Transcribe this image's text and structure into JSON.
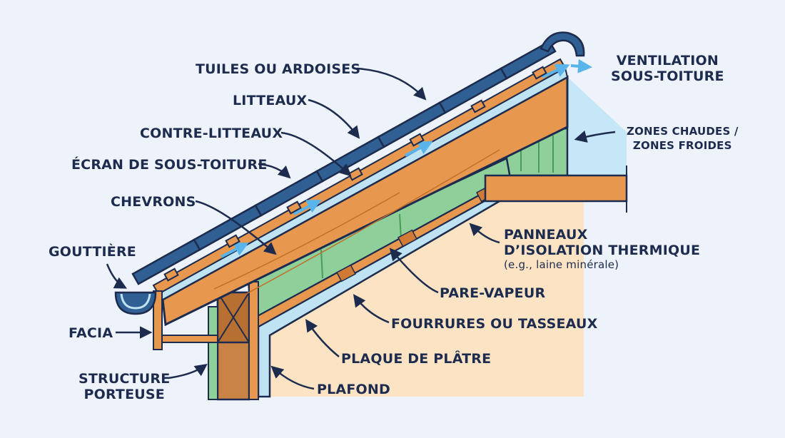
{
  "labels": {
    "tuiles": "TUILES OU ARDOISES",
    "litteaux": "LITTEAUX",
    "contre_litteaux": "CONTRE-LITTEAUX",
    "ecran": "ÉCRAN DE SOUS-TOITURE",
    "chevrons": "CHEVRONS",
    "gouttiere": "GOUTTIÈRE",
    "facia": "FACIA",
    "structure_line1": "STRUCTURE",
    "structure_line2": "PORTEUSE",
    "ventilation_line1": "VENTILATION",
    "ventilation_line2": "SOUS-TOITURE",
    "zones_line1": "ZONES CHAUDES /",
    "zones_line2": "ZONES FROIDES",
    "panneaux_line1": "PANNEAUX",
    "panneaux_line2": "D’ISOLATION THERMIQUE",
    "panneaux_note": "(e.g., laine minérale)",
    "pare_vapeur": "PARE-VAPEUR",
    "fourrures": "FOURRURES OU TASSEAUX",
    "plaque": "PLAQUE DE PLÂTRE",
    "plafond": "PLAFOND"
  },
  "colors": {
    "background": "#eef3fb",
    "label_text": "#1d2c4e",
    "tiles": "#2f5f93",
    "timber": "#e8974f",
    "insulation": "#8fd09a",
    "membrane": "#bfe3f2",
    "airflow": "#58b4ea",
    "interior": "#fbe3c4",
    "cold_zone": "#c6e7f7",
    "outline": "#1d2c4e"
  }
}
